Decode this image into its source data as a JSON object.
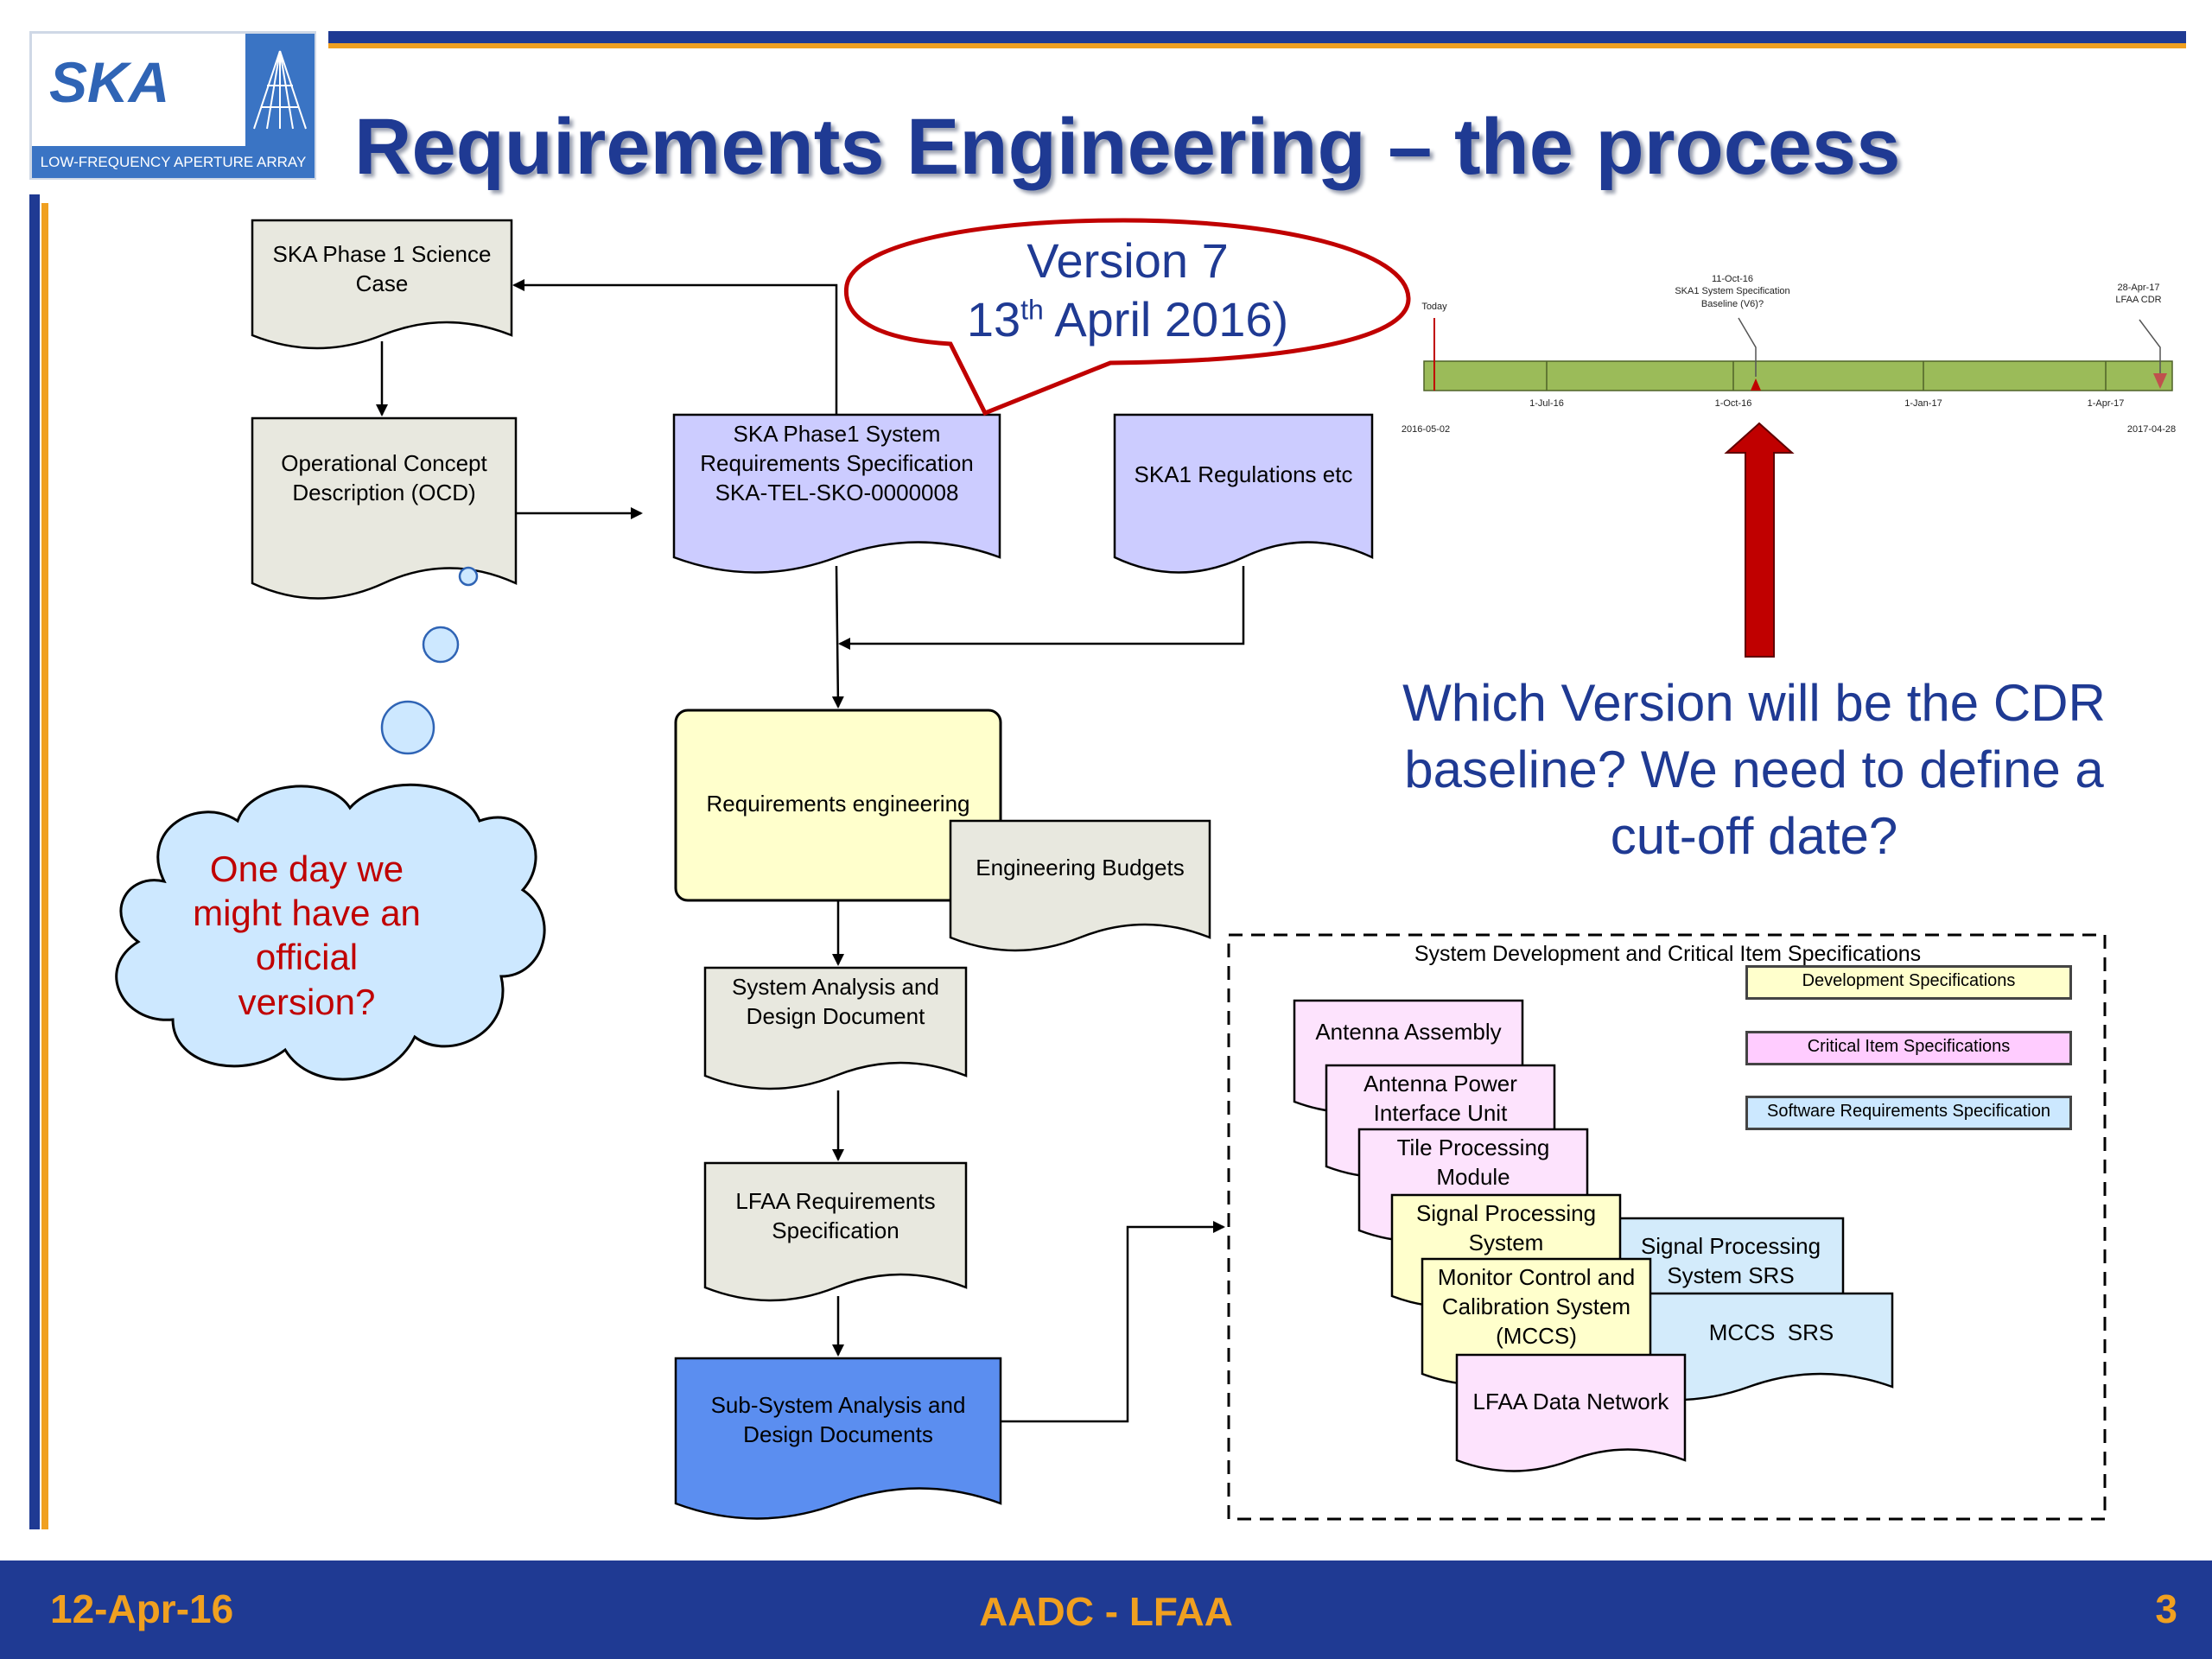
{
  "slide": {
    "title": "Requirements Engineering – the process",
    "footer_date": "12-Apr-16",
    "footer_center": "AADC - LFAA",
    "page_number": "3"
  },
  "logo": {
    "brand": "SKA",
    "tagline": "LOW-FREQUENCY APERTURE ARRAY"
  },
  "callout": {
    "version": "Version 7",
    "date_day": "13",
    "date_sup": "th",
    "date_rest": " April 2016)"
  },
  "cloud": {
    "text": "One day we\nmight have an\nofficial\nversion?"
  },
  "question": {
    "text": "Which Version will be the CDR\nbaseline? We need to define a\ncut-off date?"
  },
  "flow": {
    "science_case": "SKA Phase 1 Science\nCase",
    "ocd": "Operational Concept\nDescription (OCD)",
    "srs": "SKA Phase1 System\nRequirements Specification\nSKA-TEL-SKO-0000008",
    "regulations": "SKA1 Regulations etc",
    "req_eng": "Requirements engineering",
    "budgets": "Engineering Budgets",
    "sad": "System Analysis and\nDesign Document",
    "lfaa_req": "LFAA Requirements\nSpecification",
    "subsys": "Sub-System Analysis and\nDesign Documents"
  },
  "specs": {
    "frame_title": "System Development and Critical Item Specifications",
    "legend": [
      {
        "label": "Development Specifications",
        "color": "#ffffcc"
      },
      {
        "label": "Critical Item Specifications",
        "color": "#ffccff"
      },
      {
        "label": "Software Requirements Specification",
        "color": "#cce8ff"
      }
    ],
    "docs": [
      {
        "label": "Antenna Assembly",
        "color": "#fde3fd"
      },
      {
        "label": "Antenna Power\nInterface Unit",
        "color": "#fde3fd"
      },
      {
        "label": "Tile Processing\nModule",
        "color": "#fde3fd"
      },
      {
        "label": "Signal Processing\nSystem",
        "color": "#ffffcc"
      },
      {
        "label": "Signal Processing\nSystem SRS",
        "color": "#d3ebfb"
      },
      {
        "label": "Monitor Control and\nCalibration System\n(MCCS)",
        "color": "#ffffcc"
      },
      {
        "label": "MCCS  SRS",
        "color": "#d3ebfb"
      },
      {
        "label": "LFAA Data Network",
        "color": "#fde3fd"
      }
    ]
  },
  "timeline": {
    "start_label": "2016-05-02",
    "end_label": "2017-04-28",
    "today_label": "Today",
    "ticks": [
      "1-Jul-16",
      "1-Oct-16",
      "1-Jan-17",
      "1-Apr-17"
    ],
    "milestone1": "11-Oct-16\nSKA1 System Specification\nBaseline (V6)?",
    "milestone2": "28-Apr-17\nLFAA CDR",
    "bar_color": "#9bbb59"
  }
}
